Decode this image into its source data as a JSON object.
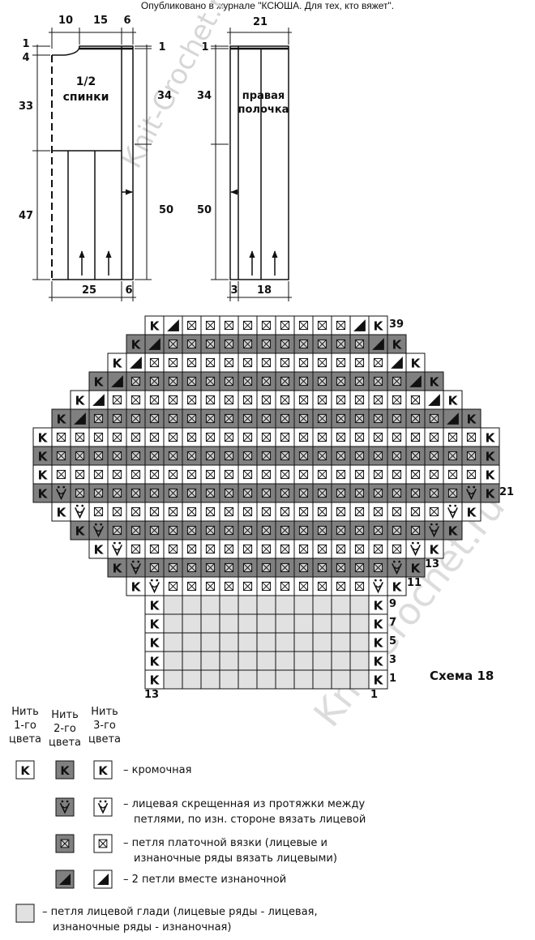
{
  "header": {
    "published_note": "Опубликовано в журнале \"КСЮША. Для тех, кто вяжет\"."
  },
  "watermark": "Knit-Crochet.ru",
  "back_pattern": {
    "label_line1": "1/2",
    "label_line2": "спинки",
    "top_widths": [
      "10",
      "15",
      "6"
    ],
    "left_heights": [
      "1",
      "4",
      "33",
      "47"
    ],
    "right_heights": [
      "1",
      "34",
      "50"
    ],
    "bottom_widths": [
      "25",
      "6"
    ]
  },
  "front_pattern": {
    "label_line1": "правая",
    "label_line2": "полочка",
    "top_width": "21",
    "left_heights": [
      "1",
      "34",
      "50"
    ],
    "bottom_widths": [
      "3",
      "18"
    ]
  },
  "chart": {
    "title": "Схема 18",
    "right_row_labels": [
      "39",
      "21",
      "13",
      "11",
      "9",
      "7",
      "5",
      "3",
      "1"
    ],
    "bottom_col_labels": [
      "13",
      "1"
    ],
    "symbols": {
      "edge": "K"
    },
    "colors": {
      "grey": "#808080",
      "white": "#ffffff",
      "light": "#e1e1e1",
      "line": "#111111"
    }
  },
  "legend": {
    "headers": [
      {
        "line1": "Нить",
        "line2": "1-го",
        "line3": "цвета"
      },
      {
        "line1": "Нить",
        "line2": "2-го",
        "line3": "цвета"
      },
      {
        "line1": "Нить",
        "line2": "3-го",
        "line3": "цвета"
      }
    ],
    "items": [
      {
        "key": "edge",
        "symbol": "K",
        "text1": "– кромочная",
        "text2": ""
      },
      {
        "key": "twist",
        "symbol": "",
        "text1": "– лицевая скрещенная из протяжки между",
        "text2": "петлями, по изн. стороне вязать лицевой"
      },
      {
        "key": "garter",
        "symbol": "",
        "text1": "– петля платочной вязки (лицевые и",
        "text2": "изнаночные ряды вязать лицевыми)"
      },
      {
        "key": "dec",
        "symbol": "",
        "text1": "– 2 петли вместе изнаночной",
        "text2": ""
      },
      {
        "key": "stockinette",
        "symbol": "",
        "text1": "– петля лицевой глади (лицевые ряды - лицевая,",
        "text2": "изнаночные ряды - изнаночная)"
      }
    ]
  }
}
